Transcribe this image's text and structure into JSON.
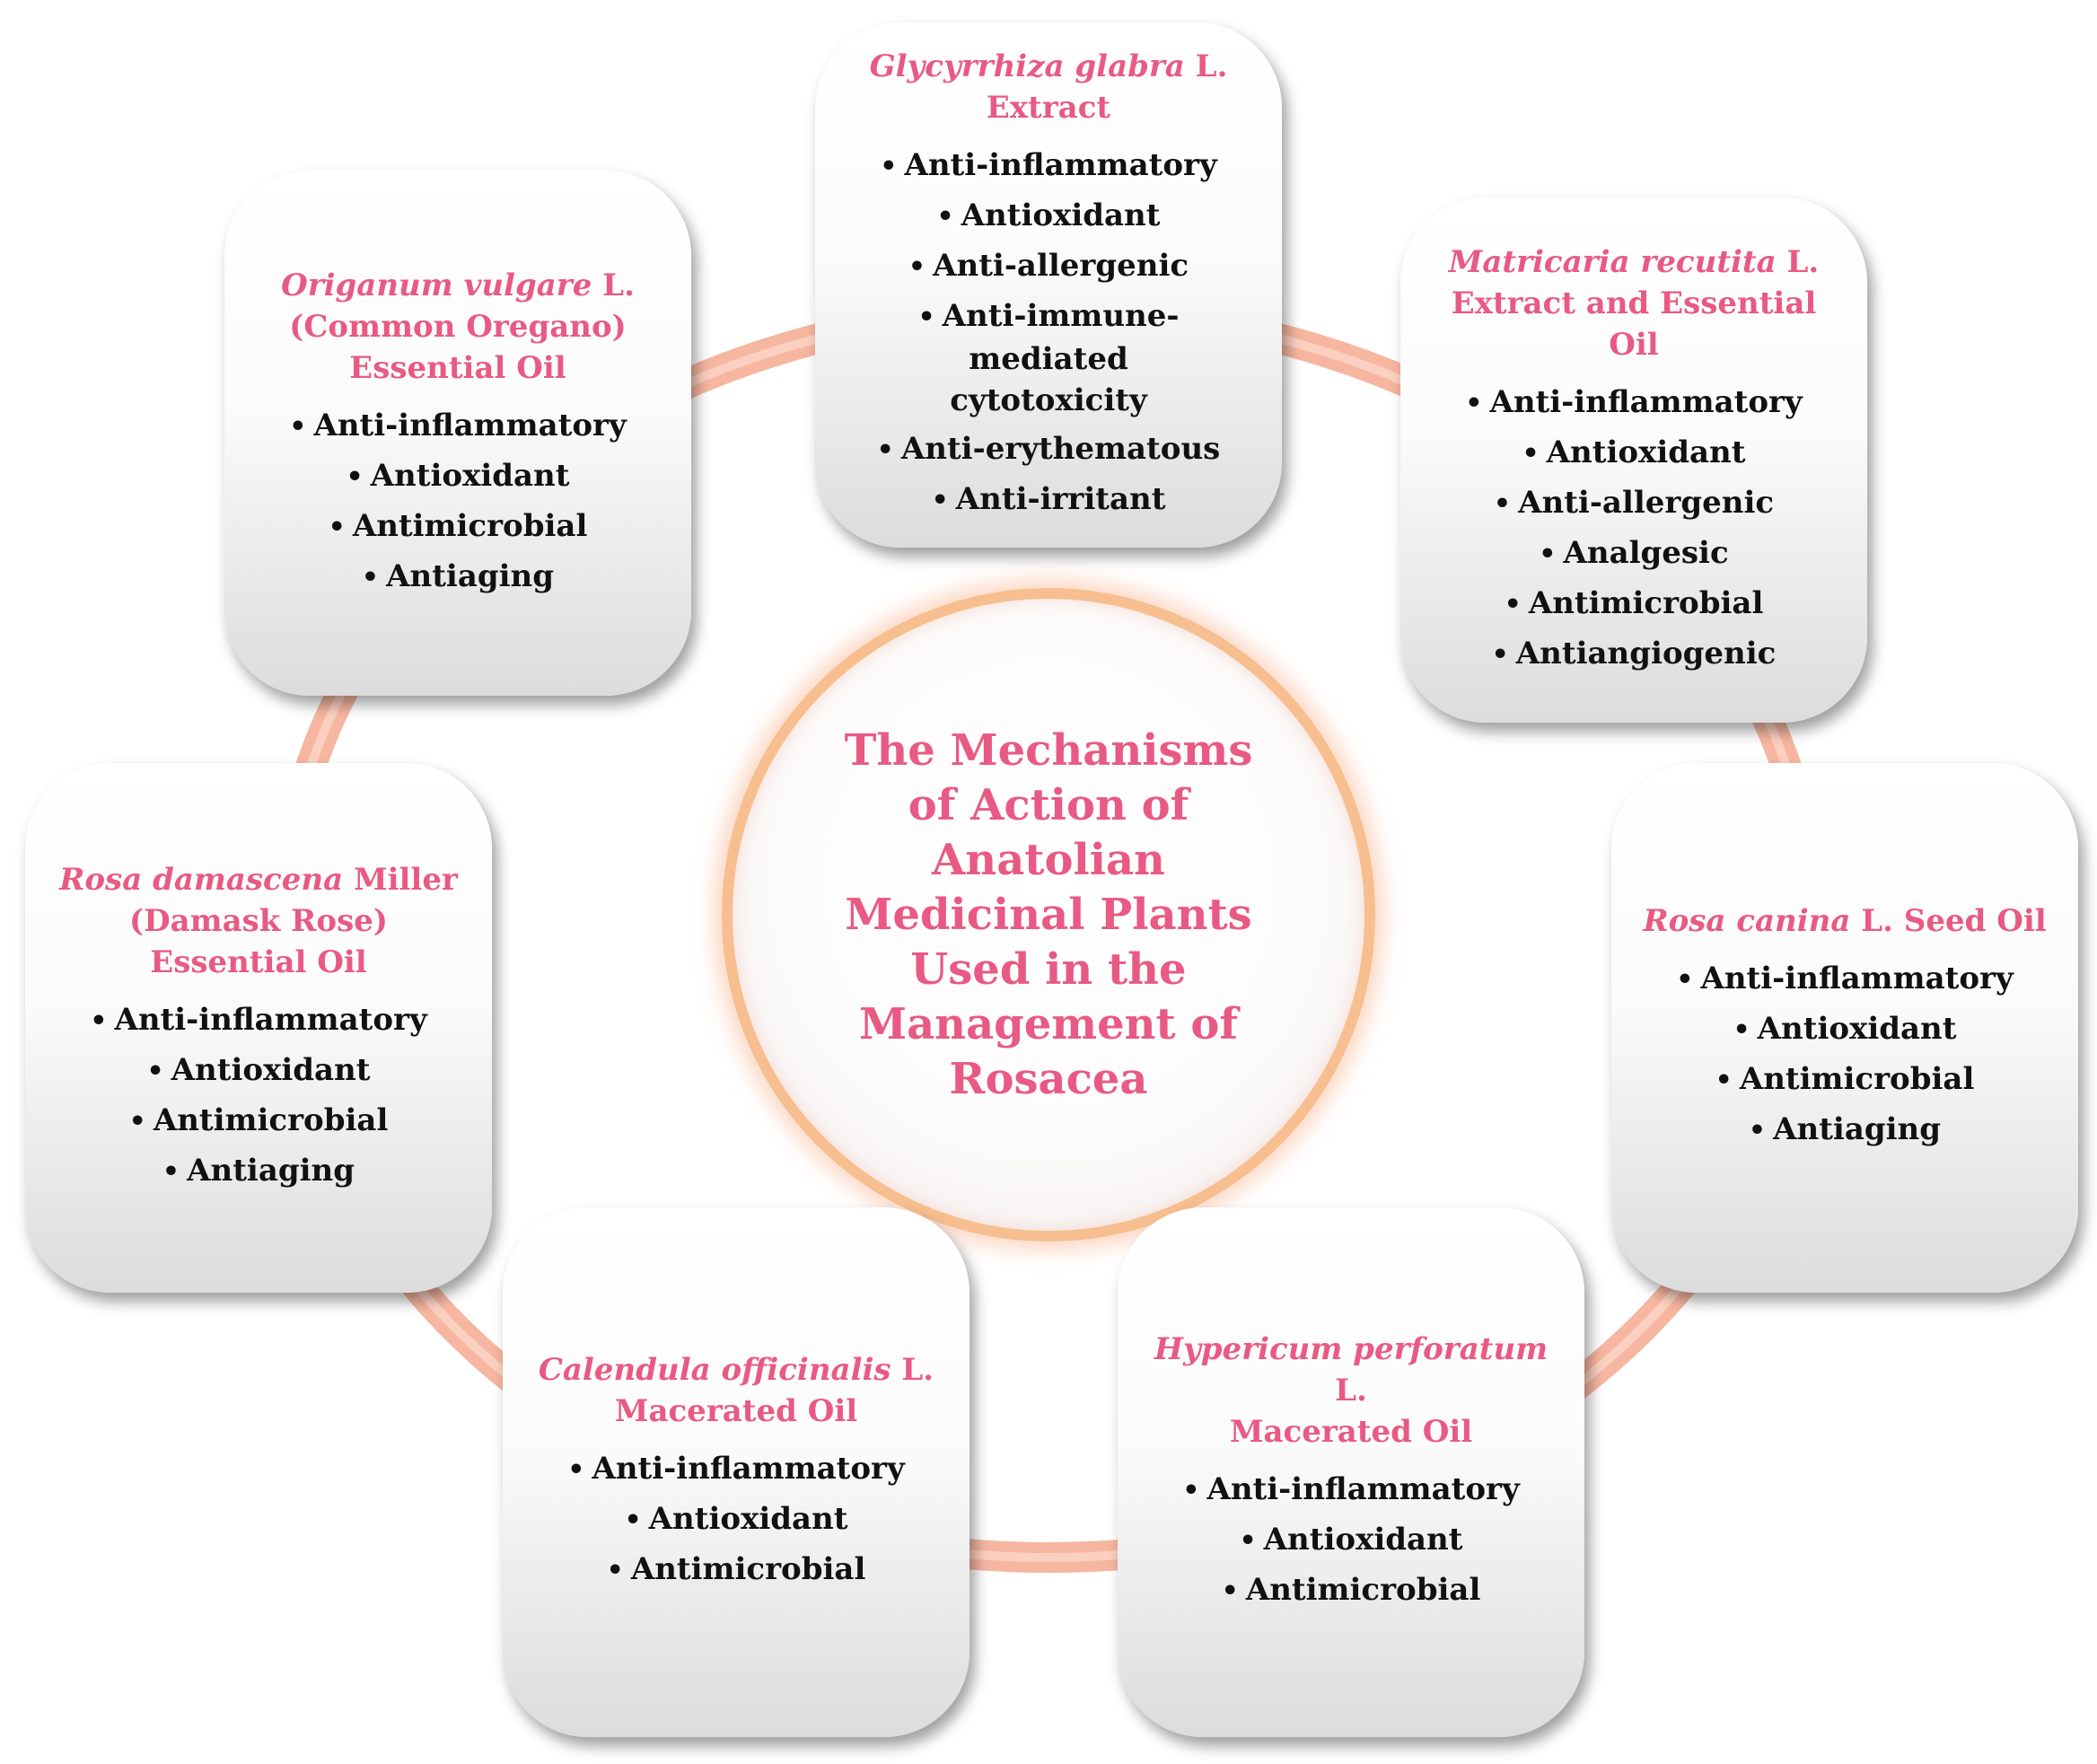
{
  "colors": {
    "accent_text": "#e85a83",
    "ring": "#f9b8a2",
    "center_border": "#f7be8f"
  },
  "center": {
    "title": "The Mechanisms of Action of Anatolian Medicinal Plants Used in the Management of Rosacea"
  },
  "bullet_symbol": "•",
  "plants": {
    "glycyrrhiza": {
      "latin": "Glycyrrhiza glabra",
      "suffix": " L.",
      "line2": "Extract",
      "items": [
        "Anti-inflammatory",
        "Antioxidant",
        "Anti-allergenic",
        "Anti-immune-mediated cytotoxicity",
        "Anti-erythematous",
        "Anti-irritant"
      ]
    },
    "matricaria": {
      "latin": "Matricaria recutita",
      "suffix": " L.",
      "line2": "Extract and Essential Oil",
      "items": [
        "Anti-inflammatory",
        "Antioxidant",
        "Anti-allergenic",
        "Analgesic",
        "Antimicrobial",
        "Antiangiogenic"
      ]
    },
    "rosa_canina": {
      "latin": "Rosa canina",
      "suffix": " L. Seed Oil",
      "line2": "",
      "items": [
        "Anti-inflammatory",
        "Antioxidant",
        "Antimicrobial",
        "Antiaging"
      ]
    },
    "hypericum": {
      "latin": "Hypericum perforatum",
      "suffix": " L.",
      "line2": "Macerated Oil",
      "items": [
        "Anti-inflammatory",
        "Antioxidant",
        "Antimicrobial"
      ]
    },
    "calendula": {
      "latin": "Calendula officinalis",
      "suffix": " L.",
      "line2": "Macerated Oil",
      "items": [
        "Anti-inflammatory",
        "Antioxidant",
        "Antimicrobial"
      ]
    },
    "rosa_damascena": {
      "latin": "Rosa damascena",
      "suffix": " Miller (Damask Rose) Essential Oil",
      "line2": "",
      "items": [
        "Anti-inflammatory",
        "Antioxidant",
        "Antimicrobial",
        "Antiaging"
      ]
    },
    "origanum": {
      "latin": "Origanum vulgare",
      "suffix": " L.",
      "line2": "(Common Oregano) Essential Oil",
      "items": [
        "Anti-inflammatory",
        "Antioxidant",
        "Antimicrobial",
        "Antiaging"
      ]
    }
  }
}
